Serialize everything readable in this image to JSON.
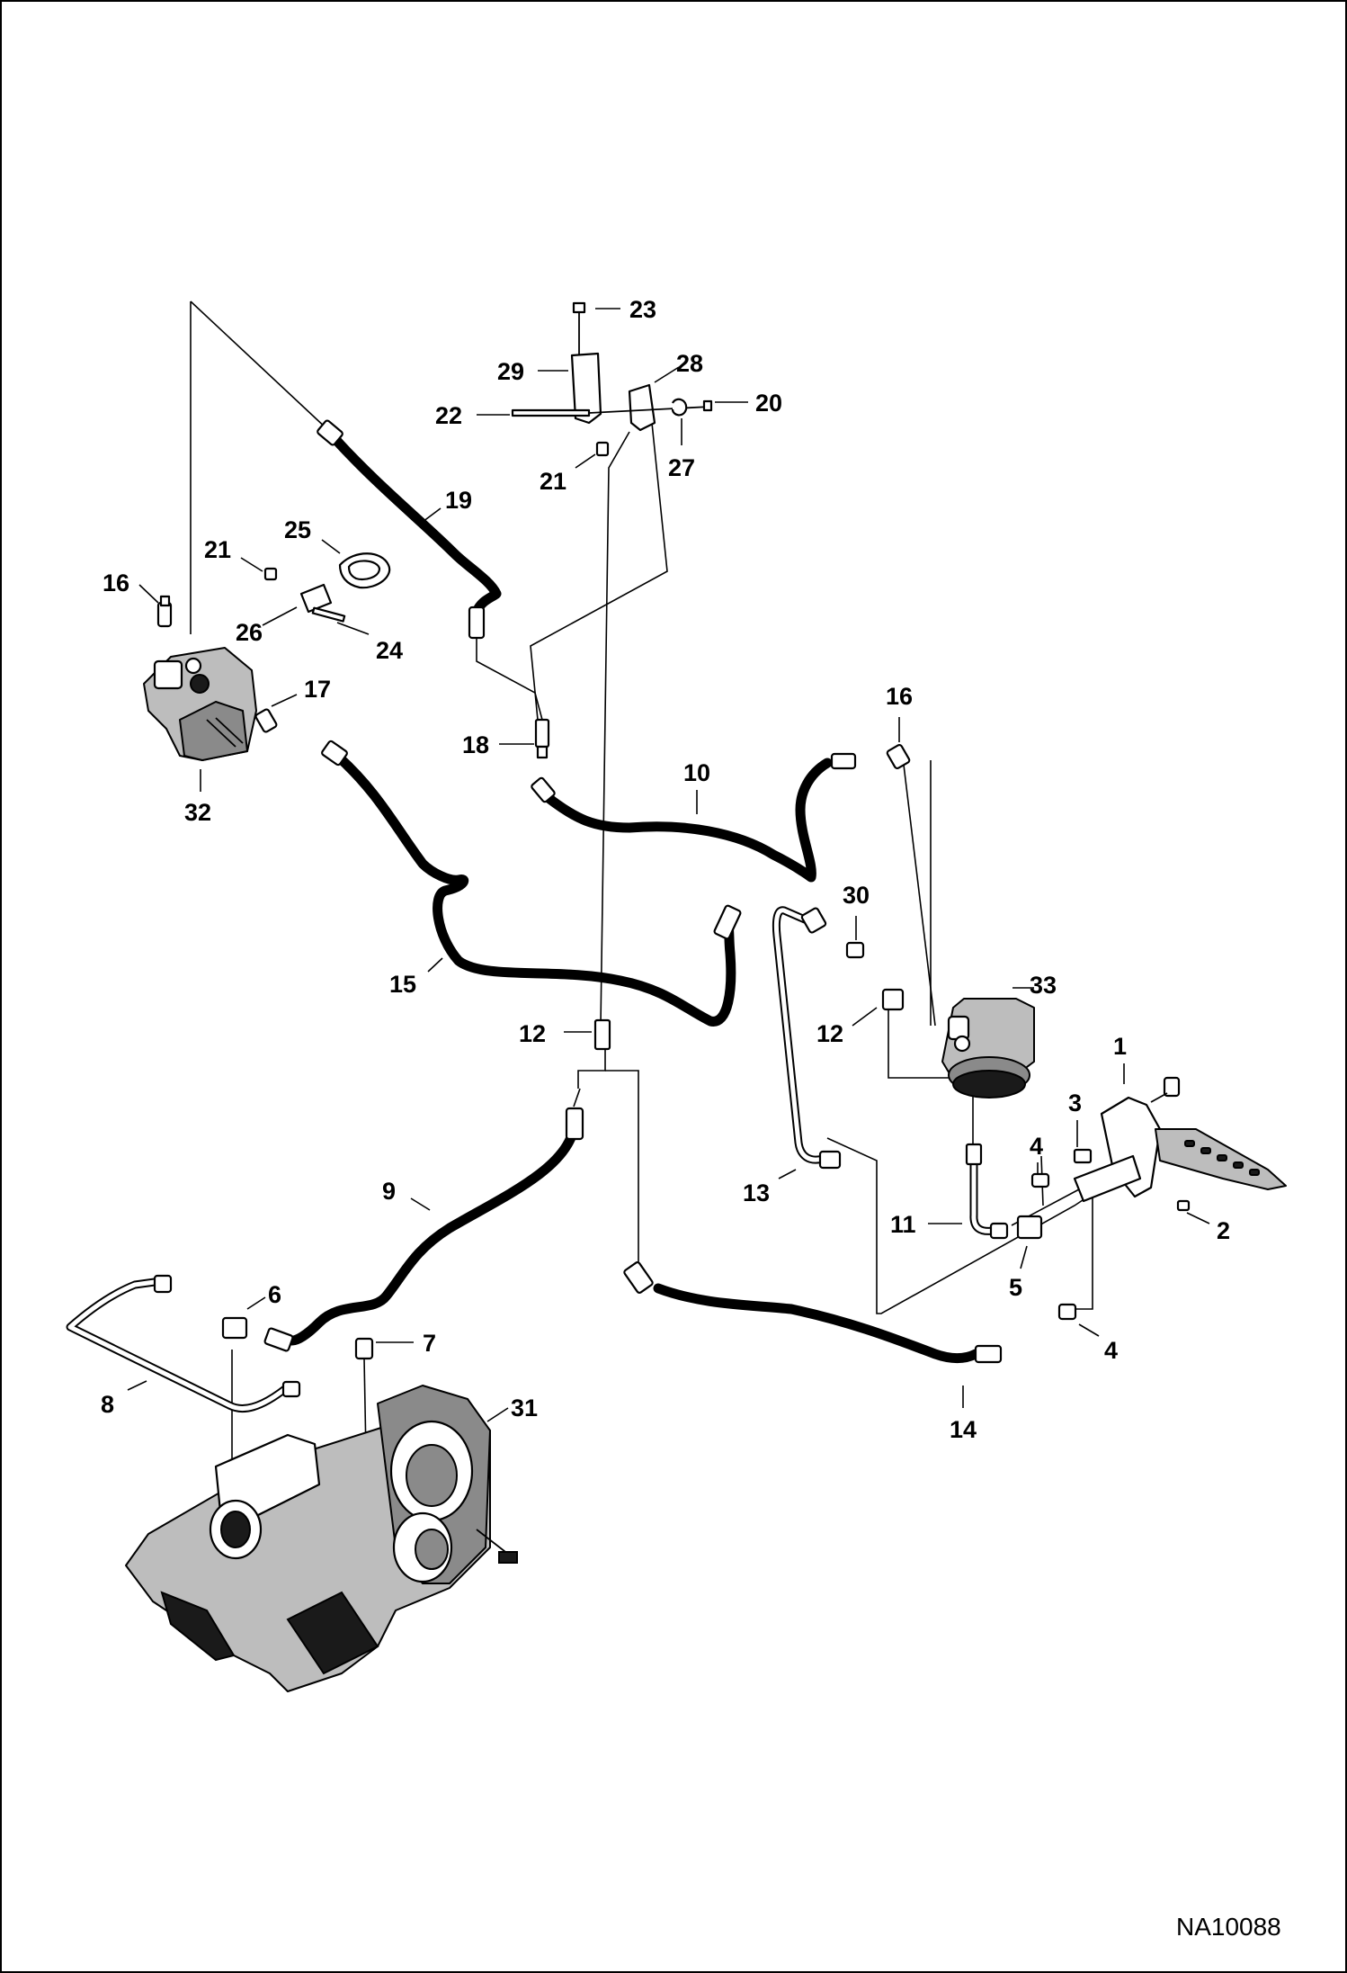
{
  "figure_code": "NA10088",
  "callouts": {
    "c1": "1",
    "c2": "2",
    "c3": "3",
    "c4a": "4",
    "c4b": "4",
    "c5": "5",
    "c6": "6",
    "c7": "7",
    "c8": "8",
    "c9": "9",
    "c10": "10",
    "c11": "11",
    "c12a": "12",
    "c12b": "12",
    "c13": "13",
    "c14": "14",
    "c15": "15",
    "c16a": "16",
    "c16b": "16",
    "c17": "17",
    "c18": "18",
    "c19": "19",
    "c20": "20",
    "c21a": "21",
    "c21b": "21",
    "c22": "22",
    "c23": "23",
    "c24": "24",
    "c25": "25",
    "c26": "26",
    "c27": "27",
    "c28": "28",
    "c29": "29",
    "c30": "30",
    "c31": "31",
    "c32": "32",
    "c33": "33"
  }
}
